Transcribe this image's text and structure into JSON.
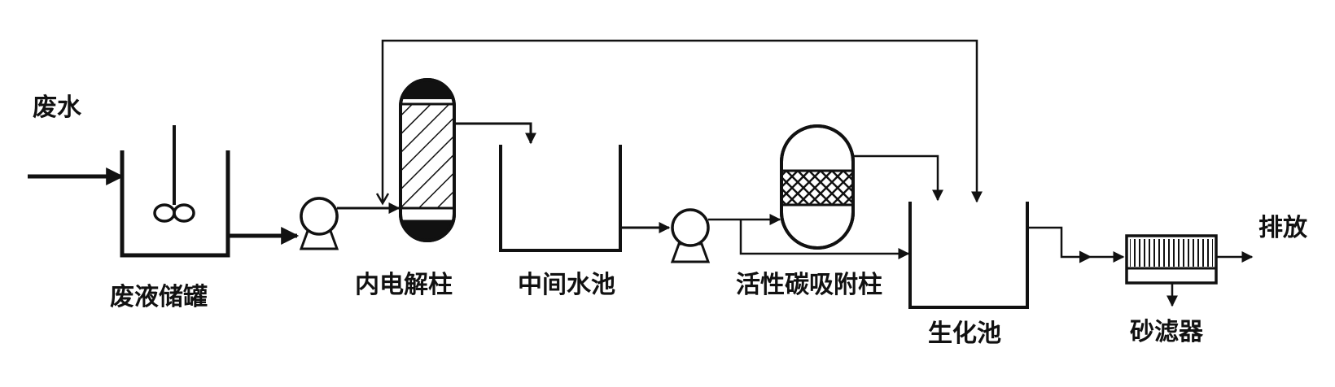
{
  "labels": {
    "inlet": "废水",
    "storage_tank": "废液储罐",
    "micro_electrolysis_column": "内电解柱",
    "intermediate_pool": "中间水池",
    "activated_carbon_column": "活性碳吸附柱",
    "biochemical_pool": "生化池",
    "sand_filter": "砂滤器",
    "discharge": "排放"
  },
  "colors": {
    "ink": "#111111",
    "background": "#ffffff"
  },
  "icons": [
    "pump-icon",
    "stirrer-icon",
    "arrowhead-icon"
  ]
}
